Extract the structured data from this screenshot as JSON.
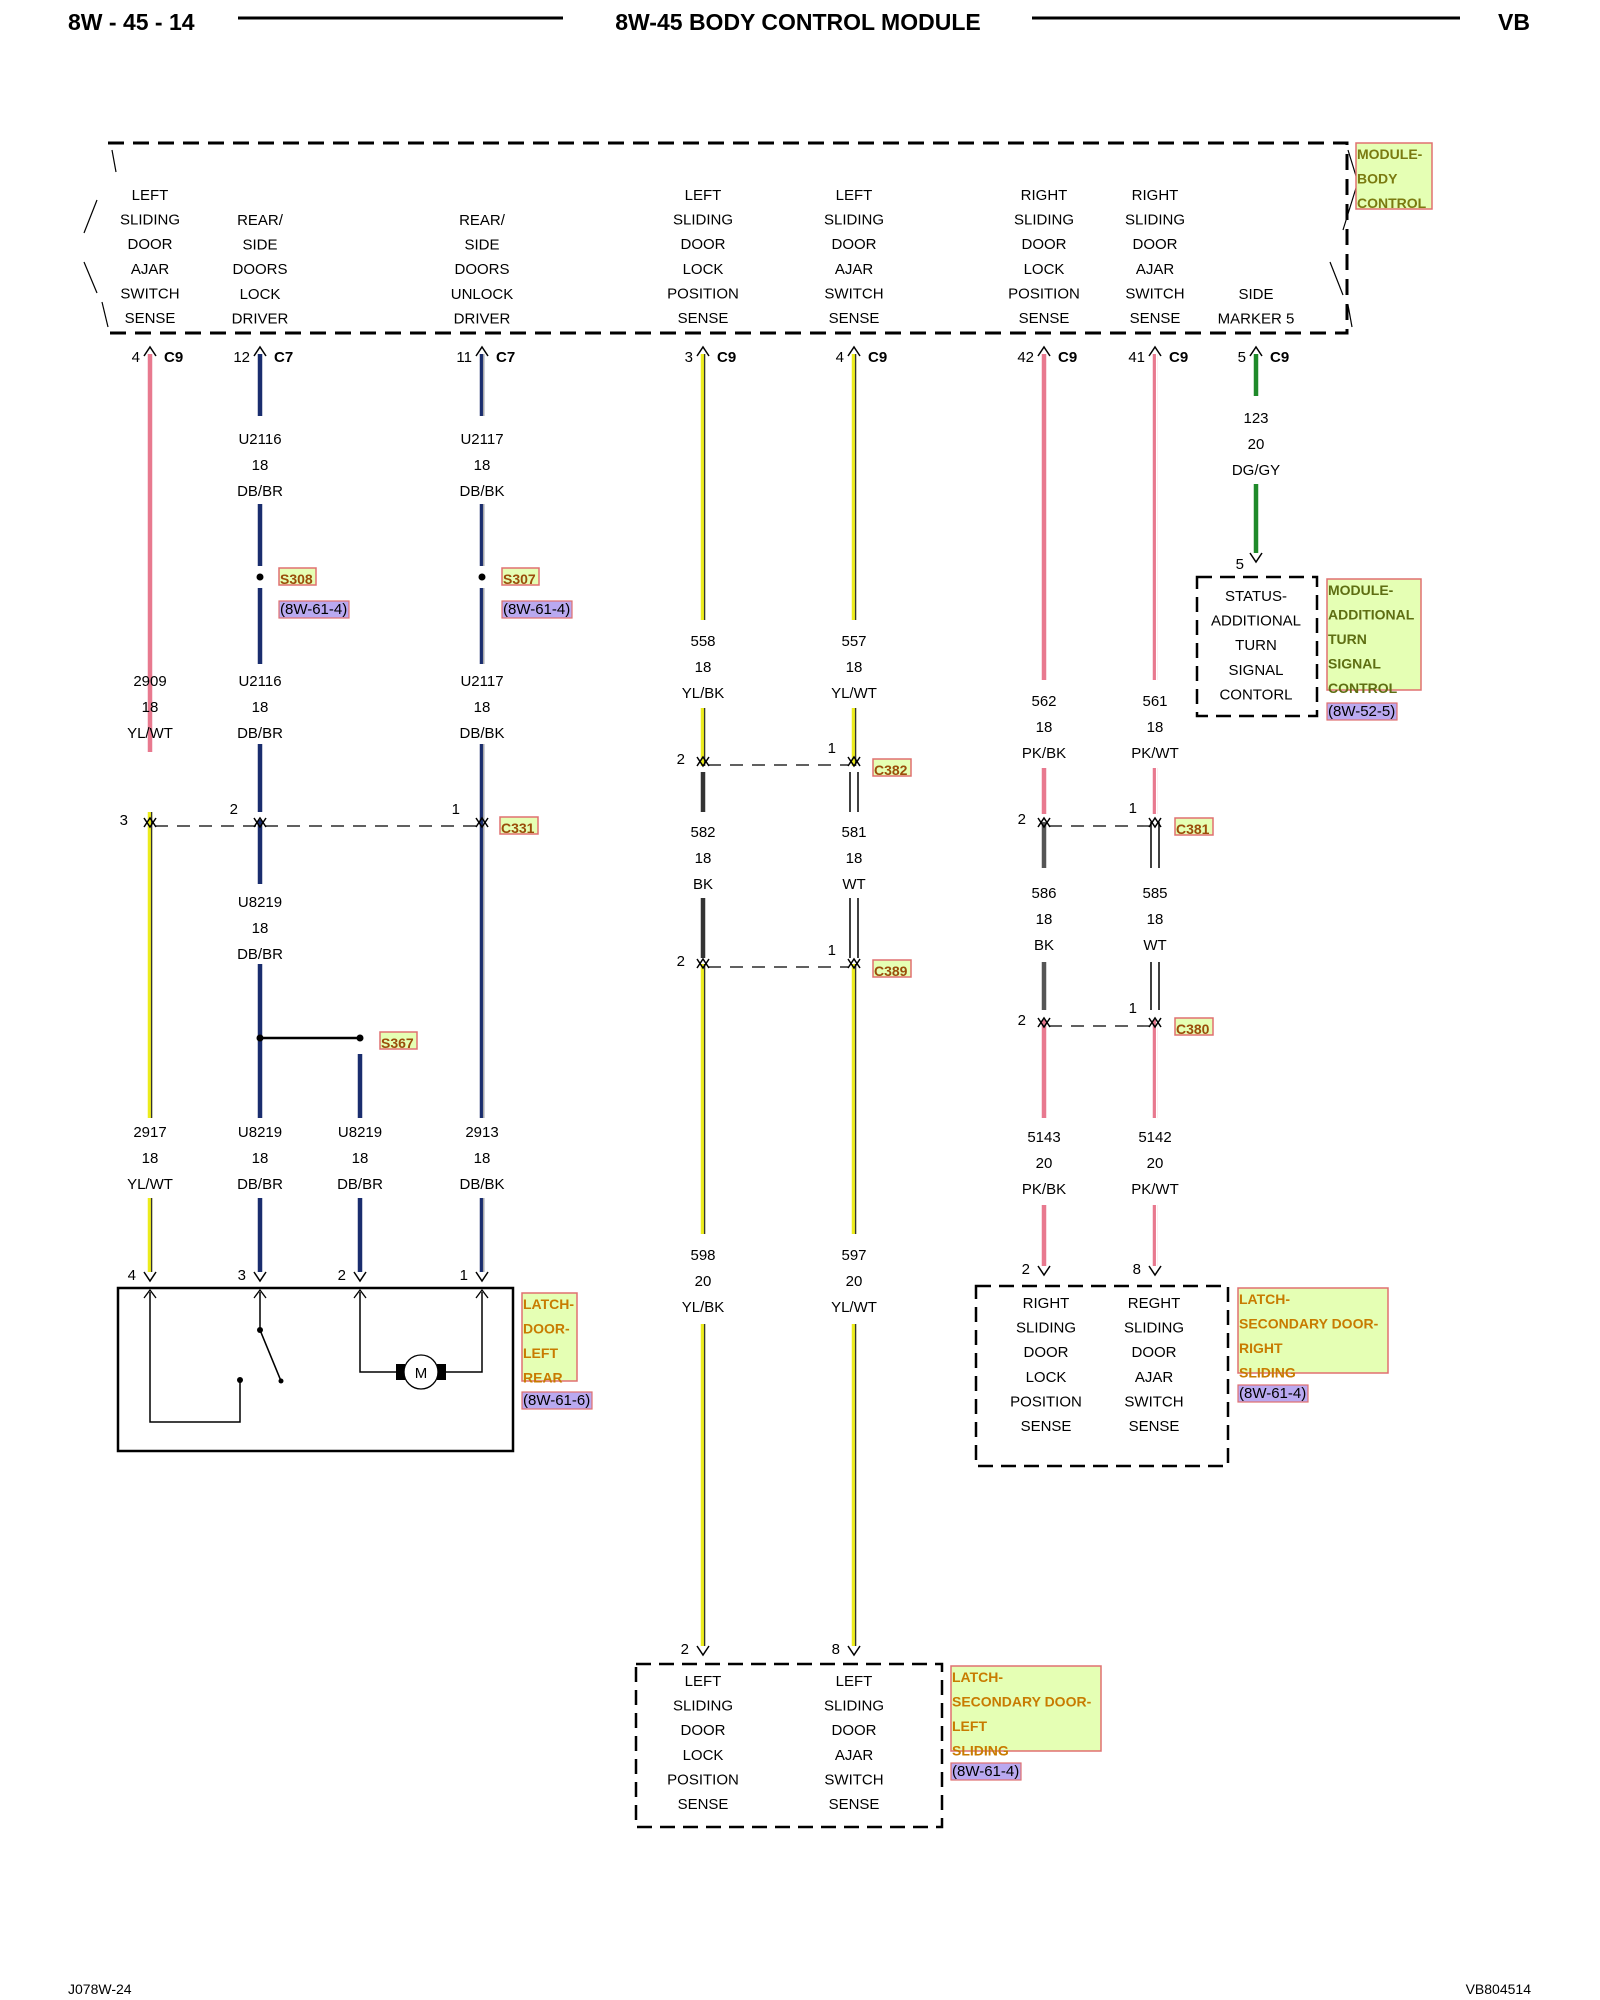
{
  "header": {
    "left": "8W - 45 - 14",
    "center": "8W-45 BODY CONTROL MODULE",
    "right": "VB"
  },
  "footer": {
    "left": "J078W-24",
    "right": "VB804514"
  },
  "colors": {
    "pink": "#e8798f",
    "yellow": "#ecec1c",
    "darkblue": "#1a2d6e",
    "green": "#1f8a2a",
    "black": "#222222",
    "tag_bg": "#e5ffb4",
    "link_bg": "#b9a9f0"
  },
  "module": {
    "tag": [
      "MODULE-",
      "BODY",
      "CONTROL"
    ],
    "pins": [
      {
        "label": [
          "LEFT",
          "SLIDING",
          "DOOR",
          "AJAR",
          "SWITCH",
          "SENSE"
        ],
        "pin": "4",
        "conn": "C9"
      },
      {
        "label": [
          "REAR/",
          "SIDE",
          "DOORS",
          "LOCK",
          "DRIVER"
        ],
        "pin": "12",
        "conn": "C7"
      },
      {
        "label": [
          "REAR/",
          "SIDE",
          "DOORS",
          "UNLOCK",
          "DRIVER"
        ],
        "pin": "11",
        "conn": "C7"
      },
      {
        "label": [
          "LEFT",
          "SLIDING",
          "DOOR",
          "LOCK",
          "POSITION",
          "SENSE"
        ],
        "pin": "3",
        "conn": "C9"
      },
      {
        "label": [
          "LEFT",
          "SLIDING",
          "DOOR",
          "AJAR",
          "SWITCH",
          "SENSE"
        ],
        "pin": "4",
        "conn": "C9"
      },
      {
        "label": [
          "RIGHT",
          "SLIDING",
          "DOOR",
          "LOCK",
          "POSITION",
          "SENSE"
        ],
        "pin": "42",
        "conn": "C9"
      },
      {
        "label": [
          "RIGHT",
          "SLIDING",
          "DOOR",
          "AJAR",
          "SWITCH",
          "SENSE"
        ],
        "pin": "41",
        "conn": "C9"
      },
      {
        "label": [
          "SIDE",
          "MARKER 5"
        ],
        "pin": "5",
        "conn": "C9"
      }
    ]
  },
  "wires": [
    {
      "circuit": [
        "2909",
        "18",
        "YL/WT"
      ]
    },
    {
      "circuit": [
        "2917",
        "18",
        "YL/WT"
      ]
    },
    {
      "circuit": [
        "U2116",
        "18",
        "DB/BR"
      ]
    },
    {
      "circuit": [
        "U2116",
        "18",
        "DB/BR"
      ]
    },
    {
      "circuit": [
        "U8219",
        "18",
        "DB/BR"
      ]
    },
    {
      "circuit": [
        "U8219",
        "18",
        "DB/BR"
      ]
    },
    {
      "circuit": [
        "U8219",
        "18",
        "DB/BR"
      ]
    },
    {
      "circuit": [
        "U2117",
        "18",
        "DB/BK"
      ]
    },
    {
      "circuit": [
        "U2117",
        "18",
        "DB/BK"
      ]
    },
    {
      "circuit": [
        "2913",
        "18",
        "DB/BK"
      ]
    },
    {
      "circuit": [
        "558",
        "18",
        "YL/BK"
      ]
    },
    {
      "circuit": [
        "582",
        "18",
        "BK"
      ]
    },
    {
      "circuit": [
        "598",
        "20",
        "YL/BK"
      ]
    },
    {
      "circuit": [
        "557",
        "18",
        "YL/WT"
      ]
    },
    {
      "circuit": [
        "581",
        "18",
        "WT"
      ]
    },
    {
      "circuit": [
        "597",
        "20",
        "YL/WT"
      ]
    },
    {
      "circuit": [
        "562",
        "18",
        "PK/BK"
      ]
    },
    {
      "circuit": [
        "586",
        "18",
        "BK"
      ]
    },
    {
      "circuit": [
        "5143",
        "20",
        "PK/BK"
      ]
    },
    {
      "circuit": [
        "561",
        "18",
        "PK/WT"
      ]
    },
    {
      "circuit": [
        "585",
        "18",
        "WT"
      ]
    },
    {
      "circuit": [
        "5142",
        "20",
        "PK/WT"
      ]
    },
    {
      "circuit": [
        "123",
        "20",
        "DG/GY"
      ]
    }
  ],
  "splices": [
    {
      "name": "S308",
      "ref": "(8W-61-4)"
    },
    {
      "name": "S307",
      "ref": "(8W-61-4)"
    },
    {
      "name": "S367"
    }
  ],
  "connectors": [
    {
      "name": "C331",
      "pins": [
        "3",
        "2",
        "1"
      ]
    },
    {
      "name": "C382",
      "pins": [
        "2",
        "1"
      ]
    },
    {
      "name": "C389",
      "pins": [
        "2",
        "1"
      ]
    },
    {
      "name": "C381",
      "pins": [
        "2",
        "1"
      ]
    },
    {
      "name": "C380",
      "pins": [
        "2",
        "1"
      ]
    }
  ],
  "components": {
    "latch_rear": {
      "tag": [
        "LATCH-",
        "DOOR-",
        "LEFT",
        "REAR"
      ],
      "ref": "(8W-61-6)",
      "pins": [
        "4",
        "3",
        "2",
        "1"
      ],
      "motor": "M"
    },
    "turn_module": {
      "pin": "5",
      "label": [
        "STATUS-",
        "ADDITIONAL",
        "TURN",
        "SIGNAL",
        "CONTORL"
      ],
      "tag": [
        "MODULE-",
        "ADDITIONAL",
        "TURN",
        "SIGNAL",
        "CONTROL"
      ],
      "ref": "(8W-52-5)"
    },
    "latch_right": {
      "pins": [
        "2",
        "8"
      ],
      "left_label": [
        "RIGHT",
        "SLIDING",
        "DOOR",
        "LOCK",
        "POSITION",
        "SENSE"
      ],
      "right_label": [
        "REGHT",
        "SLIDING",
        "DOOR",
        "AJAR",
        "SWITCH",
        "SENSE"
      ],
      "tag": [
        "LATCH-",
        "SECONDARY DOOR-",
        "RIGHT",
        "SLIDING"
      ],
      "ref": "(8W-61-4)"
    },
    "latch_left": {
      "pins": [
        "2",
        "8"
      ],
      "left_label": [
        "LEFT",
        "SLIDING",
        "DOOR",
        "LOCK",
        "POSITION",
        "SENSE"
      ],
      "right_label": [
        "LEFT",
        "SLIDING",
        "DOOR",
        "AJAR",
        "SWITCH",
        "SENSE"
      ],
      "tag": [
        "LATCH-",
        "SECONDARY DOOR-",
        "LEFT",
        "SLIDING"
      ],
      "ref": "(8W-61-4)"
    }
  }
}
